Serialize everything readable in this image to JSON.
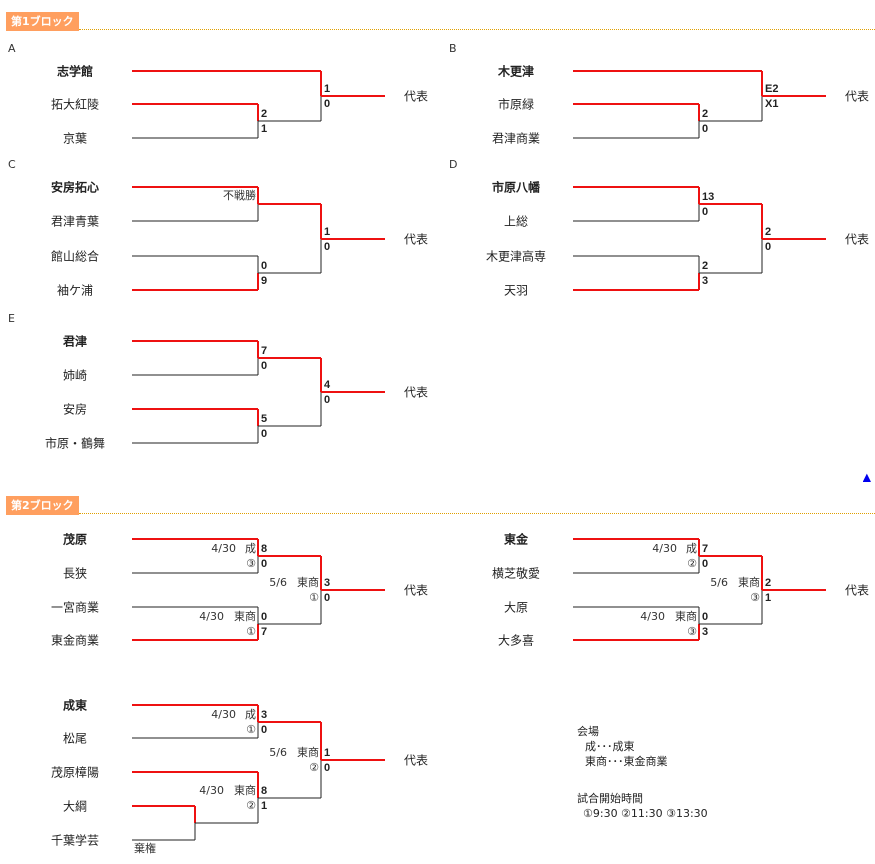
{
  "colors": {
    "win_line": "#ee1111",
    "lose_line": "#222222",
    "badge": "#ff9f5f",
    "rule": "#e0a000",
    "link": "#0000ee"
  },
  "representative_label": "代表",
  "top_link": {
    "label": "▲",
    "icon": "triangle-up-icon"
  },
  "blocks": [
    {
      "title": "第1ブロック",
      "groups": [
        {
          "label": "A",
          "teams": [
            {
              "name": "志学館",
              "seed": true
            },
            {
              "name": "拓大紅陵"
            },
            {
              "name": "京葉"
            }
          ],
          "format": "3team",
          "r1": {
            "top": {
              "score": "2"
            },
            "bottom": {
              "score": "1"
            },
            "winner": "top"
          },
          "final": {
            "top": {
              "score": "1"
            },
            "bottom": {
              "score": "0"
            },
            "winner": "top"
          }
        },
        {
          "label": "B",
          "teams": [
            {
              "name": "木更津",
              "seed": true
            },
            {
              "name": "市原緑"
            },
            {
              "name": "君津商業"
            }
          ],
          "format": "3team",
          "r1": {
            "top": {
              "score": "2"
            },
            "bottom": {
              "score": "0"
            },
            "winner": "top"
          },
          "final": {
            "top": {
              "score": "E2"
            },
            "bottom": {
              "score": "X1"
            },
            "winner": "top"
          }
        },
        {
          "label": "C",
          "teams": [
            {
              "name": "安房拓心",
              "seed": true
            },
            {
              "name": "君津青葉"
            },
            {
              "name": "館山総合"
            },
            {
              "name": "袖ケ浦"
            }
          ],
          "format": "4team",
          "r1a": {
            "note": "不戦勝",
            "winner": "top"
          },
          "r1b": {
            "top": {
              "score": "0"
            },
            "bottom": {
              "score": "9"
            },
            "winner": "bottom"
          },
          "final": {
            "top": {
              "score": "1"
            },
            "bottom": {
              "score": "0"
            },
            "winner": "top"
          }
        },
        {
          "label": "D",
          "teams": [
            {
              "name": "市原八幡",
              "seed": true
            },
            {
              "name": "上総"
            },
            {
              "name": "木更津高専"
            },
            {
              "name": "天羽"
            }
          ],
          "format": "4team",
          "r1a": {
            "top": {
              "score": "13"
            },
            "bottom": {
              "score": "0"
            },
            "winner": "top"
          },
          "r1b": {
            "top": {
              "score": "2"
            },
            "bottom": {
              "score": "3"
            },
            "winner": "bottom"
          },
          "final": {
            "top": {
              "score": "2"
            },
            "bottom": {
              "score": "0"
            },
            "winner": "top"
          }
        },
        {
          "label": "E",
          "teams": [
            {
              "name": "君津",
              "seed": true
            },
            {
              "name": "姉崎"
            },
            {
              "name": "安房"
            },
            {
              "name": "市原・鶴舞"
            }
          ],
          "format": "4team",
          "r1a": {
            "top": {
              "score": "7"
            },
            "bottom": {
              "score": "0"
            },
            "winner": "top"
          },
          "r1b": {
            "top": {
              "score": "5"
            },
            "bottom": {
              "score": "0"
            },
            "winner": "top"
          },
          "final": {
            "top": {
              "score": "4"
            },
            "bottom": {
              "score": "0"
            },
            "winner": "top"
          }
        }
      ]
    },
    {
      "title": "第2ブロック",
      "groups": [
        {
          "teams": [
            {
              "name": "茂原",
              "seed": true
            },
            {
              "name": "長狭"
            },
            {
              "name": "一宮商業"
            },
            {
              "name": "東金商業"
            }
          ],
          "format": "4team",
          "r1a": {
            "date": "4/30",
            "venue": "成",
            "slot": "③",
            "top": {
              "score": "8"
            },
            "bottom": {
              "score": "0"
            },
            "winner": "top"
          },
          "r1b": {
            "date": "4/30",
            "venue": "東商",
            "slot": "①",
            "top": {
              "score": "0"
            },
            "bottom": {
              "score": "7"
            },
            "winner": "bottom"
          },
          "final": {
            "date": "5/6",
            "venue": "東商",
            "slot": "①",
            "top": {
              "score": "3"
            },
            "bottom": {
              "score": "0"
            },
            "winner": "top"
          }
        },
        {
          "teams": [
            {
              "name": "東金",
              "seed": true
            },
            {
              "name": "横芝敬愛"
            },
            {
              "name": "大原"
            },
            {
              "name": "大多喜"
            }
          ],
          "format": "4team",
          "r1a": {
            "date": "4/30",
            "venue": "成",
            "slot": "②",
            "top": {
              "score": "7"
            },
            "bottom": {
              "score": "0"
            },
            "winner": "top"
          },
          "r1b": {
            "date": "4/30",
            "venue": "東商",
            "slot": "③",
            "top": {
              "score": "0"
            },
            "bottom": {
              "score": "3"
            },
            "winner": "bottom"
          },
          "final": {
            "date": "5/6",
            "venue": "東商",
            "slot": "③",
            "top": {
              "score": "2"
            },
            "bottom": {
              "score": "1"
            },
            "winner": "top"
          }
        },
        {
          "teams": [
            {
              "name": "成東",
              "seed": true
            },
            {
              "name": "松尾"
            },
            {
              "name": "茂原樟陽"
            },
            {
              "name": "大綱"
            },
            {
              "name": "千葉学芸"
            }
          ],
          "format": "5team",
          "r0": {
            "note": "棄権",
            "winner": "top"
          },
          "r1a": {
            "date": "4/30",
            "venue": "成",
            "slot": "①",
            "top": {
              "score": "3"
            },
            "bottom": {
              "score": "0"
            },
            "winner": "top"
          },
          "r1b": {
            "date": "4/30",
            "venue": "東商",
            "slot": "②",
            "top": {
              "score": "8"
            },
            "bottom": {
              "score": "1"
            },
            "winner": "top"
          },
          "final": {
            "date": "5/6",
            "venue": "東商",
            "slot": "②",
            "top": {
              "score": "1"
            },
            "bottom": {
              "score": "0"
            },
            "winner": "top"
          }
        }
      ],
      "notes": {
        "venue_title": "会場",
        "venues": [
          "成･･･成東",
          "東商･･･東金商業"
        ],
        "time_title": "試合開始時間",
        "times": "①9:30 ②11:30 ③13:30"
      }
    }
  ]
}
